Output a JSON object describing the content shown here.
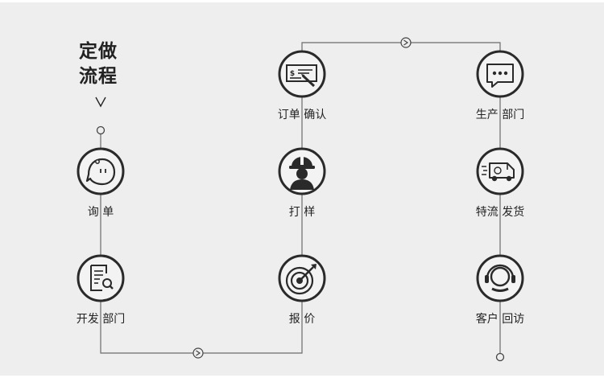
{
  "title": {
    "line1": "定做",
    "line2": "流程"
  },
  "steps": [
    {
      "label": "询 单",
      "icon": "chat-face-icon"
    },
    {
      "label": "开发 部门",
      "icon": "document-search-icon"
    },
    {
      "label": "报 价",
      "icon": "target-arrow-icon"
    },
    {
      "label": "打 样",
      "icon": "worker-helmet-icon"
    },
    {
      "label": "订单 确认",
      "icon": "payment-check-icon"
    },
    {
      "label": "生产 部门",
      "icon": "message-bubble-icon"
    },
    {
      "label": "特流 发货",
      "icon": "delivery-truck-icon"
    },
    {
      "label": "客户 回访",
      "icon": "headset-service-icon"
    }
  ],
  "colors": {
    "line": "#6b6b6b",
    "icon_dark": "#2a2a2a",
    "background": "#eeeeee"
  }
}
